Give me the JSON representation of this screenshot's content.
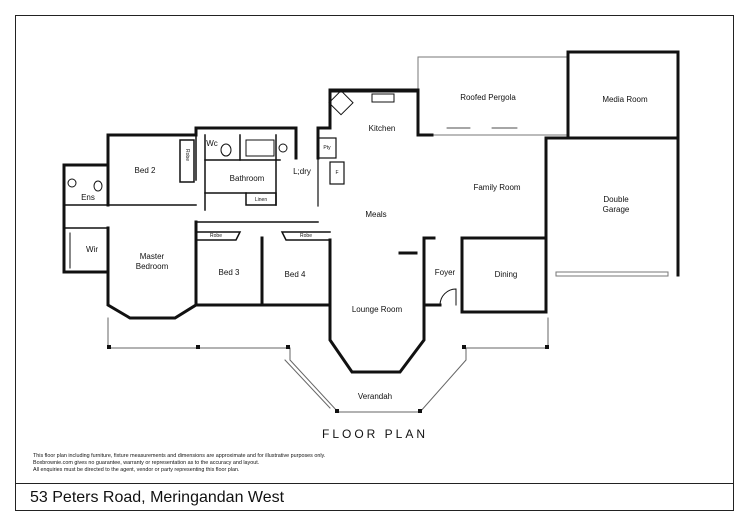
{
  "address": "53 Peters Road, Meringandan West",
  "title": "FLOOR PLAN",
  "disclaimer": [
    "This floor plan including furniture, fixture measurements and dimensions are approximate and for illustrative purposes only.",
    "Boxbrownie.com gives no guarantee, warranty or representation as to the accuracy and layout.",
    "All enquiries must be directed to the agent, vendor or party representing this floor plan."
  ],
  "rooms": {
    "roofed_pergola": "Roofed Pergola",
    "media_room": "Media Room",
    "kitchen": "Kitchen",
    "pty": "Pty",
    "f": "F",
    "family_room": "Family Room",
    "double_garage": "Double\nGarage",
    "meals": "Meals",
    "bed2": "Bed 2",
    "robe_bed2": "Robe",
    "wc": "Wc",
    "bathroom": "Bathroom",
    "ldry": "L;dry",
    "linen": "Linen",
    "ens": "Ens",
    "wir": "Wir",
    "master_bedroom": "Master\nBedroom",
    "robe_bed3": "Robe",
    "robe_bed4": "Robe",
    "bed3": "Bed 3",
    "bed4": "Bed 4",
    "foyer": "Foyer",
    "dining": "Dining",
    "lounge_room": "Lounge Room",
    "verandah": "Verandah"
  }
}
